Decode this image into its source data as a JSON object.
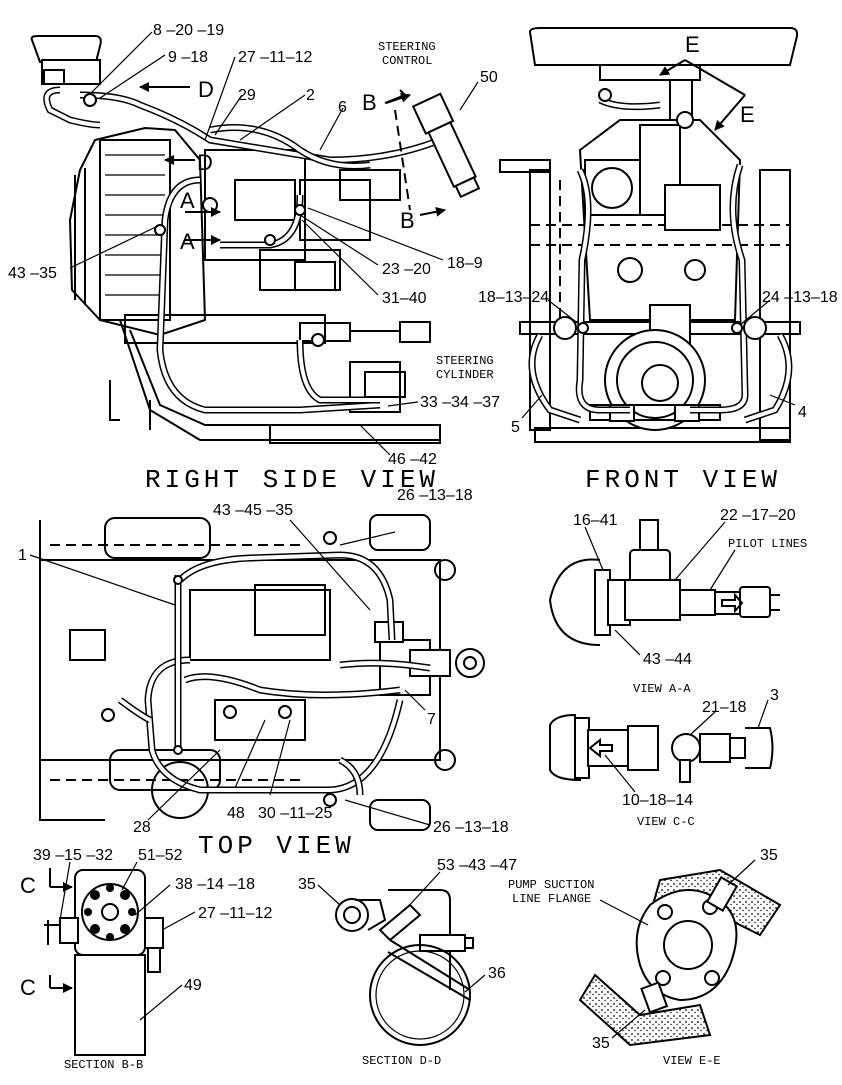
{
  "views": {
    "right_side": "RIGHT SIDE VIEW",
    "front": "FRONT VIEW",
    "top": "TOP VIEW",
    "view_aa": "VIEW A-A",
    "view_cc": "VIEW C-C",
    "section_bb": "SECTION B-B",
    "section_dd": "SECTION D-D",
    "view_ee": "VIEW E-E"
  },
  "notes": {
    "steering_control_1": "STEERING",
    "steering_control_2": "CONTROL",
    "steering_cylinder_1": "STEERING",
    "steering_cylinder_2": "CYLINDER",
    "pilot_lines": "PILOT LINES",
    "pump_flange_1": "PUMP SUCTION",
    "pump_flange_2": "LINE FLANGE"
  },
  "section_letters": {
    "a": "A",
    "b": "B",
    "c": "C",
    "d": "D",
    "e": "E"
  },
  "callouts": {
    "c_8_20_19": "8 –20 –19",
    "c_9_18": "9 –18",
    "c_27_11_12": "27 –11–12",
    "c_29": "29",
    "c_2": "2",
    "c_6": "6",
    "c_50": "50",
    "c_43_35": "43 –35",
    "c_18_9": "18–9",
    "c_23_20": "23 –20",
    "c_31_40": "31–40",
    "c_33_34_37": "33 –34 –37",
    "c_46_42": "46 –42",
    "c_18_13_24": "18–13–24",
    "c_24_13_18": "24 –13–18",
    "c_5": "5",
    "c_4": "4",
    "c_43_45_35": "43 –45 –35",
    "c_26_13_18_top": "26 –13–18",
    "c_1": "1",
    "c_7": "7",
    "c_28": "28",
    "c_48": "48",
    "c_30_11_25": "30 –11–25",
    "c_26_13_18_bot": "26 –13–18",
    "c_16_41": "16–41",
    "c_22_17_20": "22 –17–20",
    "c_43_44": "43 –44",
    "c_21_18": "21–18",
    "c_3": "3",
    "c_10_18_14": "10–18–14",
    "c_39_15_32": "39 –15 –32",
    "c_51_52": "51–52",
    "c_38_14_18": "38 –14 –18",
    "c_27_11_12_b": "27 –11–12",
    "c_49": "49",
    "c_35_d": "35",
    "c_53_43_47": "53 –43 –47",
    "c_36": "36",
    "c_35_e_top": "35",
    "c_35_e_bot": "35"
  }
}
